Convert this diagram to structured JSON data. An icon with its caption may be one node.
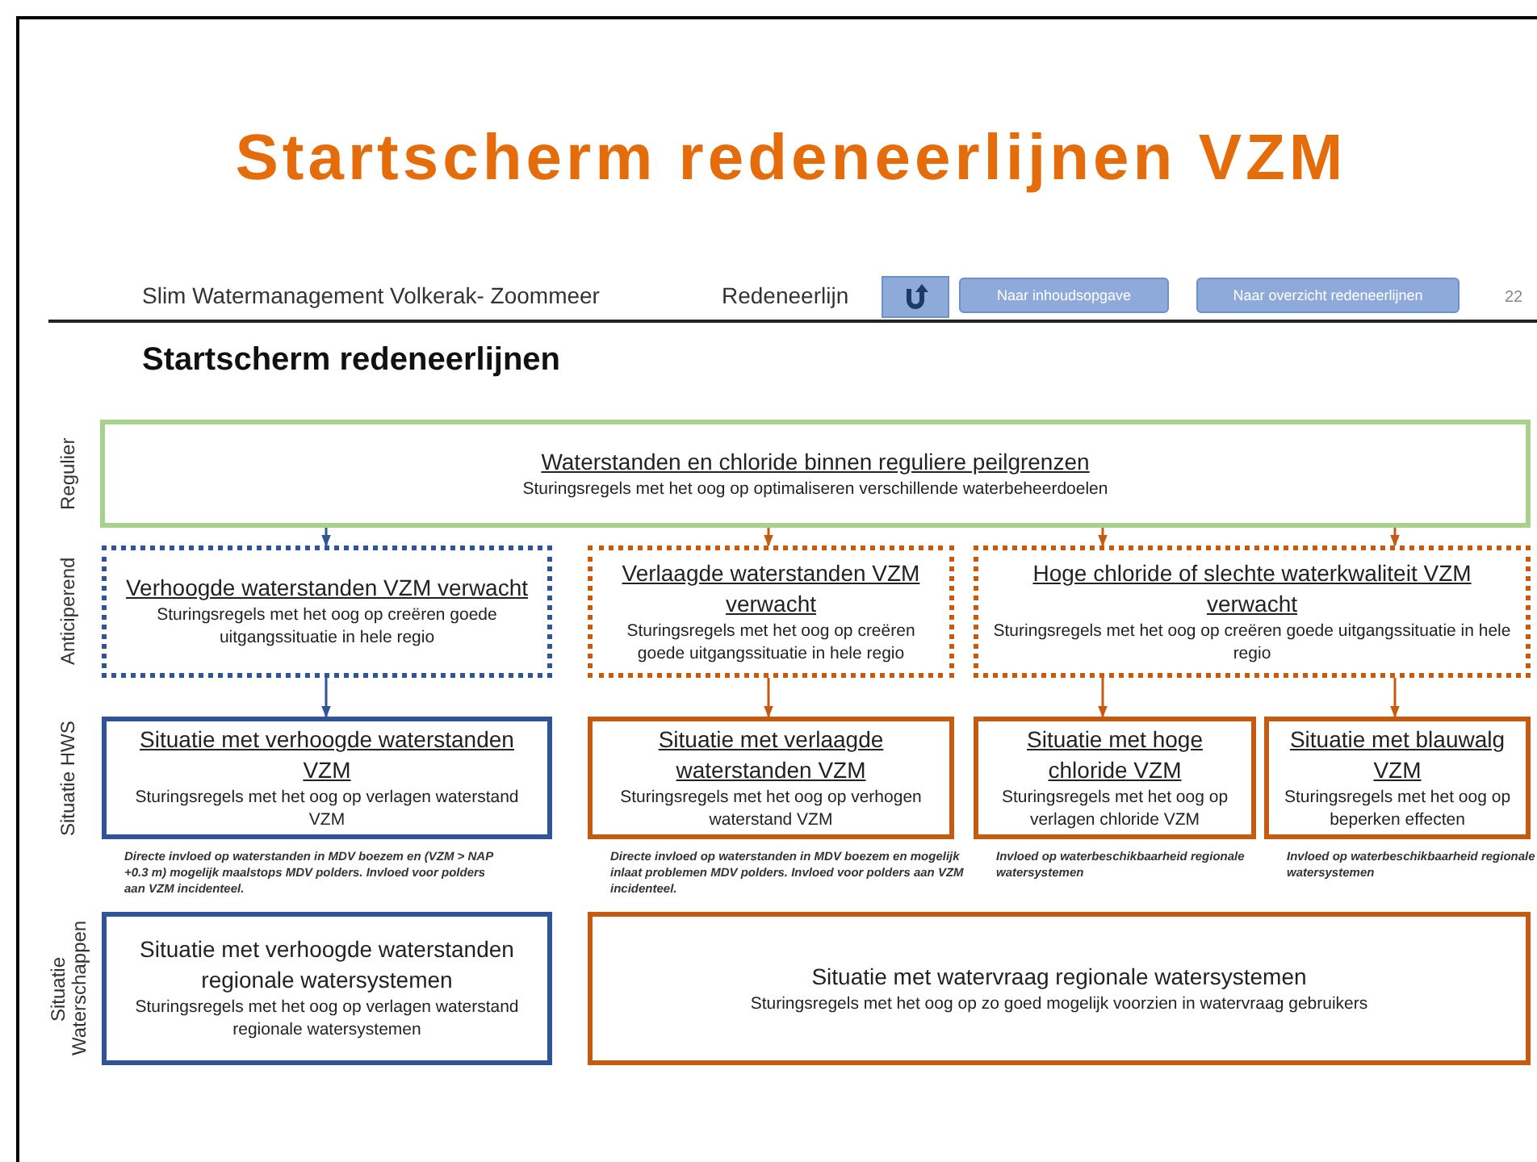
{
  "diagram": {
    "title": "Startscherm redeneerlijnen VZM",
    "nodes": [
      {
        "text": [
          "Waterstanden en chloride binnen reguliere peilgrenzen",
          "Sturingsregels met het oog op optimaliseren verschillende waterbeheerdoelen"
        ]
      },
      {
        "text": [
          "Verhoogde waterstanden VZM verwacht",
          "Sturingsregels met het oog op creëren goede uitgangssituatie in hele regio"
        ]
      },
      {
        "text": [
          "Verlaagde waterstanden VZM verwacht",
          "Sturingsregels met het oog op creëren goede uitgangssituatie in hele regio"
        ]
      },
      {
        "text": [
          "Hoge chloride of slechte waterkwaliteit VZM verwacht",
          "Sturingsregels met het oog op creëren goede uitgangssituatie in hele regio"
        ]
      },
      {
        "text": [
          "Situatie met verhoogde waterstanden VZM",
          "Sturingsregels met het oog op verlagen waterstand VZM"
        ],
        "beside": [
          "Directe invloed op waterstanden in MDV boezem en (VZM > NAP +0.3 m) mogelijk maalstops MDV polders. Invloed voor polders aan VZM incidenteel."
        ]
      },
      {
        "text": [
          "Situatie met verlaagde waterstanden VZM",
          "Sturingsregels met het oog op verhogen waterstand VZM"
        ],
        "beside": [
          "Directe invloed op waterstanden in MDV boezem en mogelijk inlaat problemen MDV polders. Invloed voor polders aan VZM incidenteel."
        ]
      },
      {
        "text": [
          "Situatie met hoge chloride VZM",
          "Sturingsregels met het oog op verlagen chloride VZM"
        ],
        "beside": [
          "Invloed op waterbeschikbaarheid regionale watersystemen"
        ]
      },
      {
        "text": [
          "Situatie met blauwalg VZM",
          "Sturingsregels met het oog op beperken effecten"
        ],
        "beside": [
          "Invloed op waterbeschikbaarheid regionale watersystemen"
        ]
      },
      {
        "text": [
          "Situatie met verhoogde waterstanden regionale watersystemen",
          "Sturingsregels met het oog op verlagen waterstand regionale watersystemen"
        ]
      },
      {
        "text": [
          "Situatie met watervraag regionale watersystemen",
          "Sturingsregels met het oog op zo goed mogelijk voorzien in watervraag gebruikers"
        ]
      }
    ],
    "edges": [
      {
        "from": 0,
        "to": 1,
        "arrow": "to",
        "color": "#2f5597"
      },
      {
        "from": 0,
        "to": 2,
        "arrow": "to"
      },
      {
        "from": 0,
        "to": 3,
        "arrow": "to"
      },
      {
        "from": 0,
        "to": 3,
        "arrow": "to"
      },
      {
        "from": 1,
        "to": 4,
        "arrow": "to",
        "color": "#2f5597"
      },
      {
        "from": 2,
        "to": 5,
        "arrow": "to"
      },
      {
        "from": 3,
        "to": 6,
        "arrow": "to"
      },
      {
        "from": 3,
        "to": 7,
        "arrow": "to"
      }
    ],
    "labels": [
      "Slim Watermanagement Volkerak- Zoommeer",
      "Redeneerlijn",
      "Naar inhoudsopgave",
      "Naar overzicht redeneerlijnen",
      "22",
      "Startscherm redeneerlijnen",
      "Regulier",
      "Anticiperend",
      "Situatie HWS",
      "Situatie Waterschappen"
    ]
  }
}
